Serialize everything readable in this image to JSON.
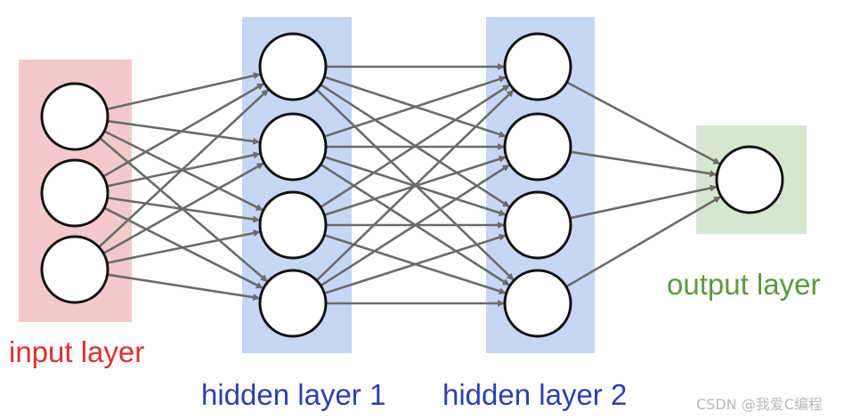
{
  "layers": [
    {
      "id": "input",
      "label": "input layer",
      "neurons": 3,
      "bg_color": "#f3c9c9",
      "label_color": "#e03030"
    },
    {
      "id": "hidden1",
      "label": "hidden layer 1",
      "neurons": 4,
      "bg_color": "#c6d6f5",
      "label_color": "#2d3fb0"
    },
    {
      "id": "hidden2",
      "label": "hidden layer 2",
      "neurons": 4,
      "bg_color": "#c6d6f5",
      "label_color": "#2d3fb0"
    },
    {
      "id": "output",
      "label": "output layer",
      "neurons": 1,
      "bg_color": "#d5e8cf",
      "label_color": "#5a9a3f"
    }
  ],
  "connection_color": "#6b6b6b",
  "connectivity": "fully-connected",
  "watermark": "CSDN @我爱C编程"
}
